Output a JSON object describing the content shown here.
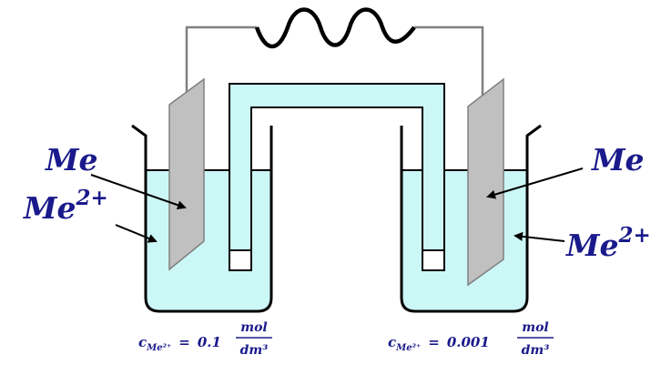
{
  "labels": {
    "left_metal": "Me",
    "left_ion_base": "Me",
    "left_ion_charge": "2+",
    "right_metal": "Me",
    "right_ion_base": "Me",
    "right_ion_charge": "2+"
  },
  "left_concentration": {
    "symbol": "c",
    "subscript": "Me²⁺",
    "equals": "=",
    "value": "0.1",
    "unit_numerator": "mol",
    "unit_denominator": "dm³"
  },
  "right_concentration": {
    "symbol": "c",
    "subscript": "Me²⁺",
    "equals": "=",
    "value": "0.001",
    "unit_numerator": "mol",
    "unit_denominator": "dm³"
  },
  "colors": {
    "solution": "#ccf7f7",
    "electrode": "#c0c0c0",
    "label_text": "#1a1a8c",
    "wire": "#808080"
  }
}
